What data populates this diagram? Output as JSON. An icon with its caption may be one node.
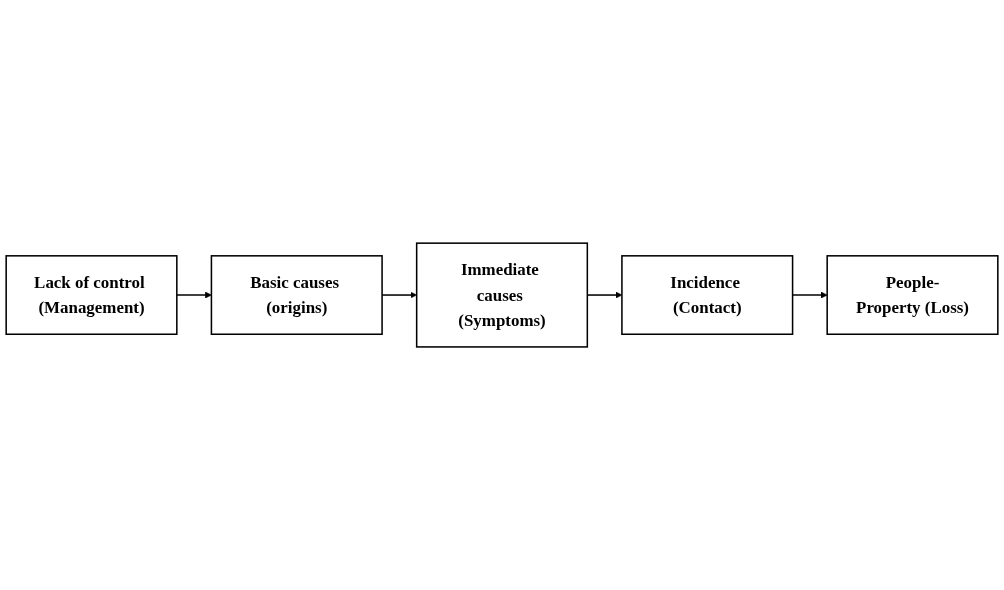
{
  "diagram": {
    "nodes": [
      {
        "text": [
          "Lack of control (Management)"
        ]
      },
      {
        "text": [
          "Basic causes (origins)"
        ]
      },
      {
        "text": [
          "Immediate causes (Symptoms)"
        ]
      },
      {
        "text": [
          "Incidence (Contact)"
        ]
      },
      {
        "text": [
          "People-Property (Loss)"
        ]
      }
    ],
    "edges": [
      {
        "from": 0,
        "to": 1,
        "arrow": "to"
      },
      {
        "from": 1,
        "to": 2,
        "arrow": "to"
      },
      {
        "from": 2,
        "to": 3,
        "arrow": "to"
      },
      {
        "from": 3,
        "to": 4,
        "arrow": "to"
      }
    ]
  }
}
